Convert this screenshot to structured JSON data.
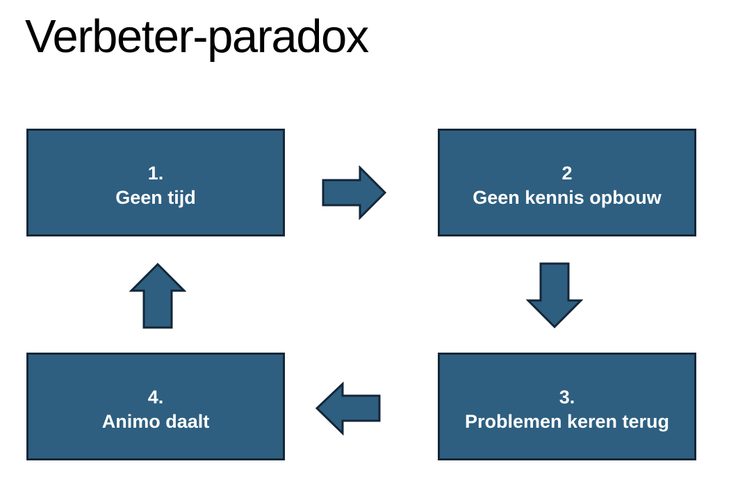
{
  "title": "Verbeter-paradox",
  "colors": {
    "background": "#FFFFFF",
    "title_text": "#000000",
    "box_fill": "#2E5F80",
    "box_border": "#132638",
    "box_text": "#FFFFFF",
    "arrow_fill": "#2E5F80",
    "arrow_border": "#132638"
  },
  "boxes": [
    {
      "number": "1.",
      "label": "Geen tijd"
    },
    {
      "number": "2",
      "label": "Geen kennis opbouw"
    },
    {
      "number": "3.",
      "label": "Problemen keren terug"
    },
    {
      "number": "4.",
      "label": "Animo daalt"
    }
  ],
  "arrows": [
    {
      "direction": "right",
      "from": "1",
      "to": "2"
    },
    {
      "direction": "down",
      "from": "2",
      "to": "3"
    },
    {
      "direction": "left",
      "from": "3",
      "to": "4"
    },
    {
      "direction": "up",
      "from": "4",
      "to": "1"
    }
  ]
}
